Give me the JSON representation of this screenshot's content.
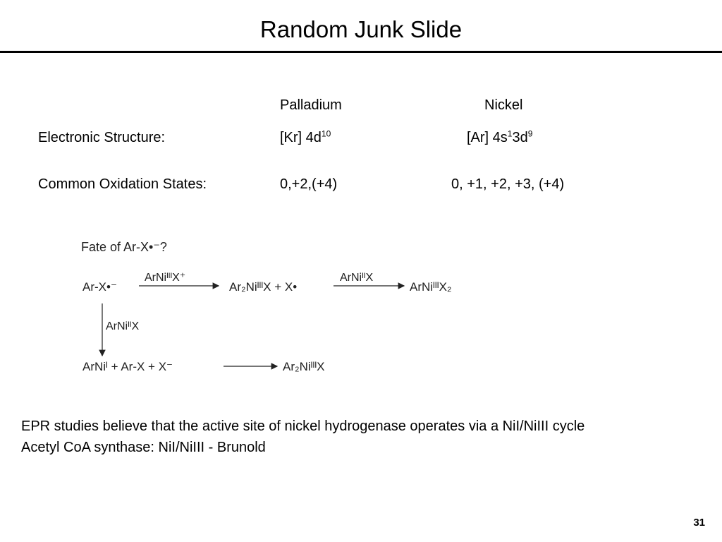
{
  "slide": {
    "title": "Random Junk Slide",
    "page_number": "31"
  },
  "comparison_table": {
    "headers": [
      "Palladium",
      "Nickel"
    ],
    "rows": [
      {
        "label": "Electronic Structure:",
        "palladium": {
          "prefix": "[Kr] 4d",
          "sup": "10"
        },
        "nickel": {
          "prefix": "[Ar] 4s",
          "sup1": "1",
          "mid": "3d",
          "sup2": "9"
        }
      },
      {
        "label": "Common Oxidation States:",
        "palladium_text": "0,+2,(+4)",
        "nickel_text": "0, +1, +2, +3, (+4)"
      }
    ]
  },
  "scheme": {
    "title": "Fate of Ar-X•⁻?",
    "start": "Ar-X•⁻",
    "reagent1": "ArNiᴵᴵᴵX⁺",
    "product1": "Ar₂NiᴵᴵᴵX  +  X•",
    "reagent2": "ArNiᴵᴵX",
    "product2": "ArNiᴵᴵᴵX₂",
    "reagent3": "ArNiᴵᴵX",
    "bottom_reactants": "ArNiᴵ  +  Ar-X  +  X⁻",
    "bottom_product": "Ar₂NiᴵᴵᴵX"
  },
  "body_text": [
    "EPR studies believe that the active site of nickel hydrogenase operates via a NiI/NiIII cycle",
    "Acetyl CoA synthase: NiI/NiIII - Brunold"
  ]
}
